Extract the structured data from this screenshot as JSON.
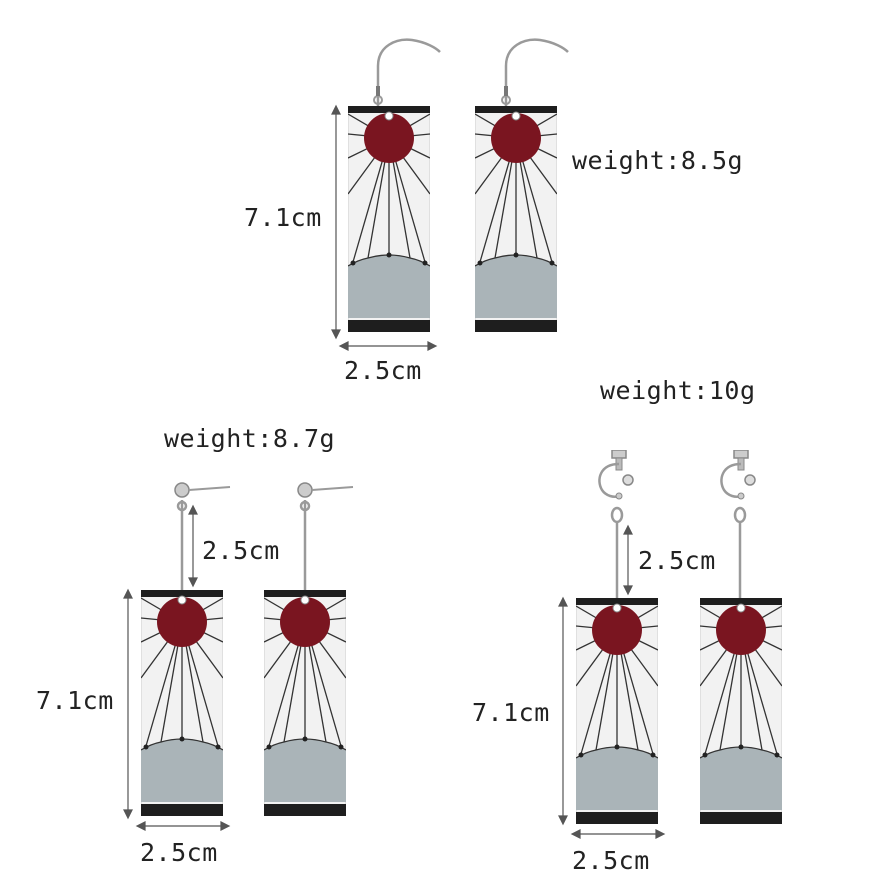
{
  "groups": [
    {
      "id": "hook",
      "weight": "weight:8.5g",
      "height": "7.1cm",
      "width": "2.5cm",
      "hardware": "fish-hook"
    },
    {
      "id": "stud",
      "weight": "weight:8.7g",
      "height": "7.1cm",
      "width": "2.5cm",
      "chain": "2.5cm",
      "hardware": "stud-post"
    },
    {
      "id": "clip",
      "weight": "weight:10g",
      "height": "7.1cm",
      "width": "2.5cm",
      "chain": "2.5cm",
      "hardware": "screw-clip"
    }
  ],
  "colors": {
    "sun": "#7a1520",
    "pendant_top": "#f2f2f2",
    "pendant_bottom": "#aab4b8",
    "band": "#1e1e1e",
    "metal": "#9a9a9a"
  }
}
